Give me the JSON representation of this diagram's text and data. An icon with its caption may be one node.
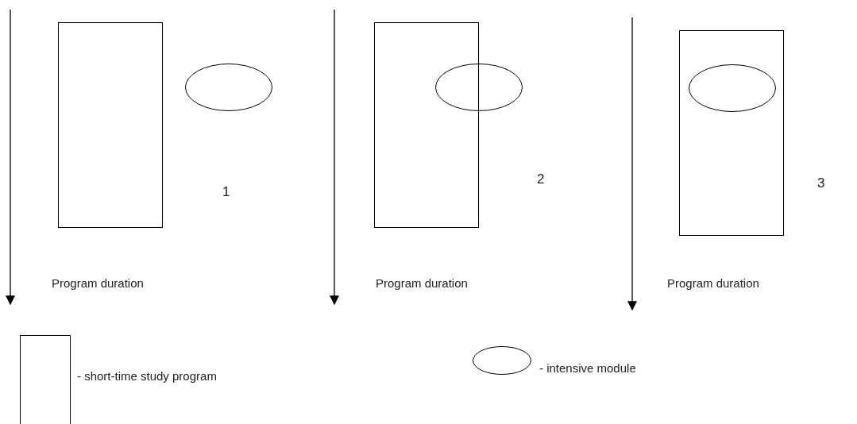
{
  "diagram": {
    "nodes": [
      {
        "text": [],
        "shape": "box"
      },
      {
        "text": [],
        "shape": "ellipse"
      },
      {
        "text": [],
        "shape": "box"
      },
      {
        "text": [],
        "shape": "ellipse"
      },
      {
        "text": [],
        "shape": "box"
      },
      {
        "text": [],
        "shape": "ellipse",
        "in": 4
      }
    ],
    "labels": [
      "1",
      "2",
      "3",
      "Program duration",
      "Program duration",
      "Program duration"
    ],
    "legend": [
      {
        "text": "- short-time study program"
      },
      {
        "text": "- intensive module"
      }
    ]
  }
}
